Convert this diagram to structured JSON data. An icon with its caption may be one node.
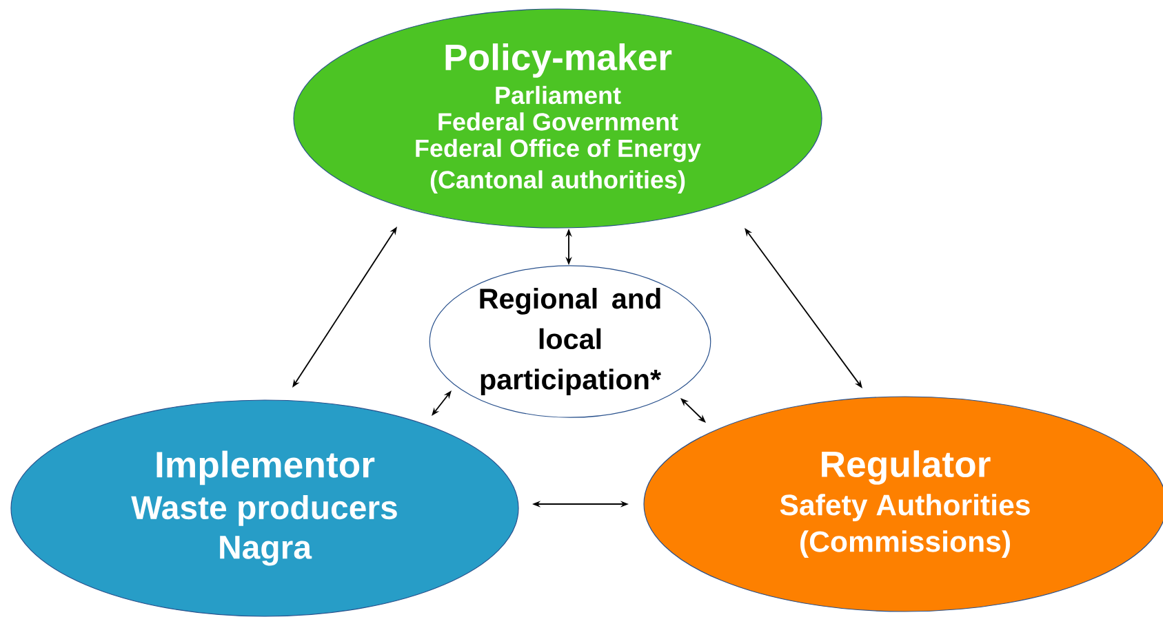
{
  "diagram": {
    "nodes": [
      {
        "text": [
          "Policy-maker",
          "Parliament",
          "Federal Government",
          "Federal Office of Energy",
          "(Cantonal authorities)"
        ]
      },
      {
        "text": [
          "Regional and local participation*"
        ]
      },
      {
        "text": [
          "Implementor",
          "Waste producers",
          "Nagra"
        ]
      },
      {
        "text": [
          "Regulator",
          "Safety Authorities",
          "(Commissions)"
        ]
      }
    ],
    "edges": [
      {
        "from": 0,
        "to": 2,
        "arrow": "both"
      },
      {
        "from": 0,
        "to": 1,
        "arrow": "both"
      },
      {
        "from": 0,
        "to": 3,
        "arrow": "both"
      },
      {
        "from": 2,
        "to": 1,
        "arrow": "both"
      },
      {
        "from": 1,
        "to": 3,
        "arrow": "both"
      },
      {
        "from": 2,
        "to": 3,
        "arrow": "both"
      }
    ]
  }
}
